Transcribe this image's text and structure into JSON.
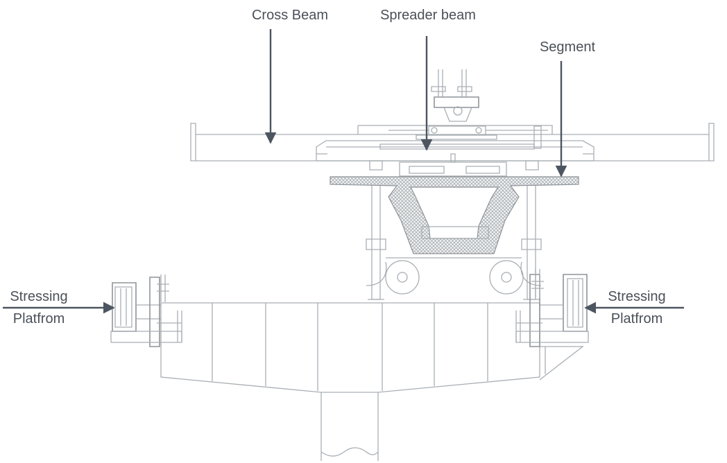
{
  "labels": {
    "cross_beam": "Cross Beam",
    "spreader_beam": "Spreader beam",
    "segment": "Segment",
    "stressing_left_line1": "Stressing",
    "stressing_left_line2": "Platfrom",
    "stressing_right_line1": "Stressing",
    "stressing_right_line2": "Platfrom"
  },
  "colors": {
    "drawing_line": "#a9aeb3",
    "arrow": "#4c5560",
    "label_text": "#4a5058"
  }
}
